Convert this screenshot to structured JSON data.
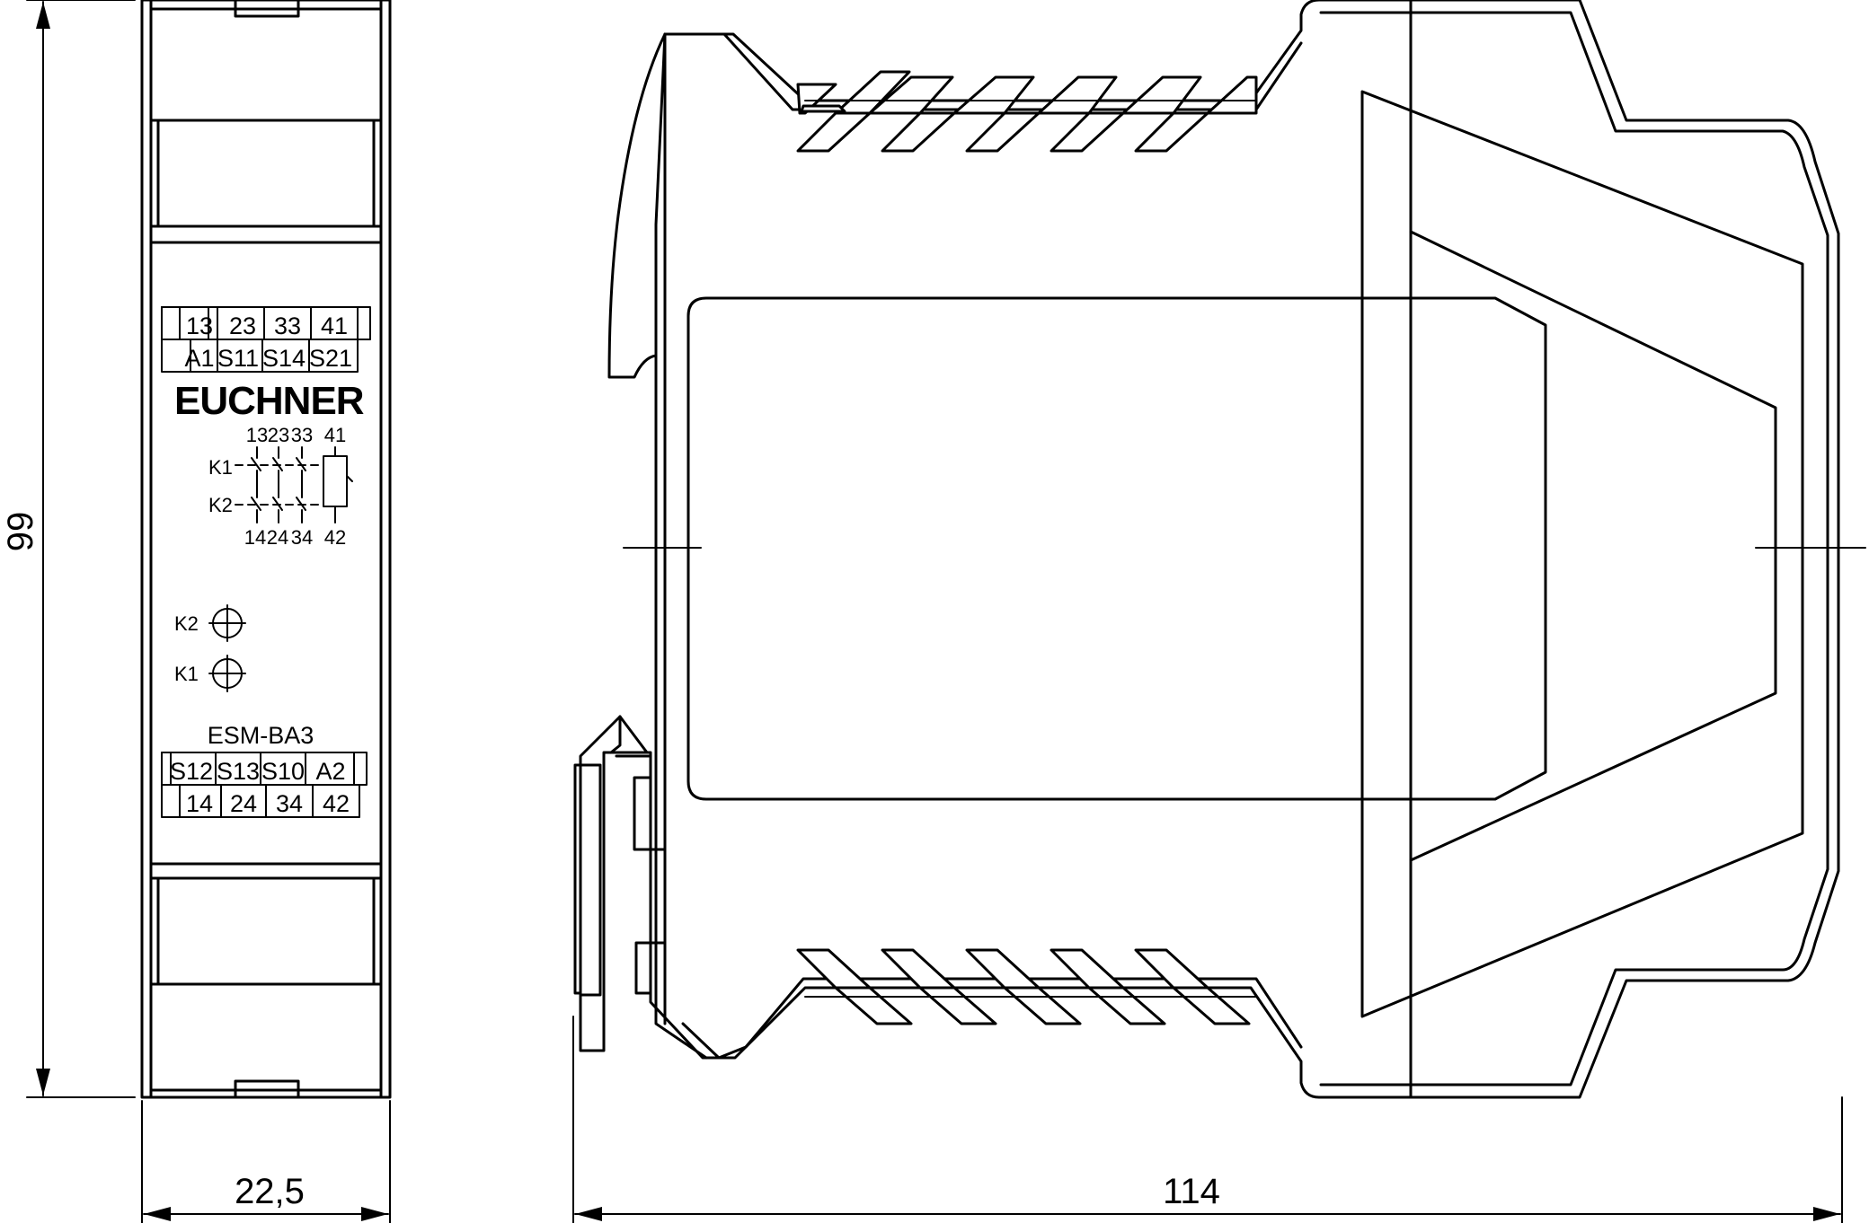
{
  "front_view": {
    "terminals_top_row1": [
      "13",
      "23",
      "33",
      "41"
    ],
    "terminals_top_row2": [
      "A1",
      "S11",
      "S14",
      "S21"
    ],
    "brand": "EUCHNER",
    "schematic": {
      "top_numbers": [
        "13",
        "23",
        "33",
        "41"
      ],
      "bottom_numbers": [
        "14",
        "24",
        "34",
        "42"
      ],
      "relay_k1": "K1",
      "relay_k2": "K2"
    },
    "led_k2": "K2",
    "led_k1": "K1",
    "model": "ESM-BA3",
    "terminals_bottom_row1": [
      "S12",
      "S13",
      "S10",
      "A2"
    ],
    "terminals_bottom_row2": [
      "14",
      "24",
      "34",
      "42"
    ]
  },
  "dimensions": {
    "height": "99",
    "width": "22,5",
    "depth": "114"
  }
}
